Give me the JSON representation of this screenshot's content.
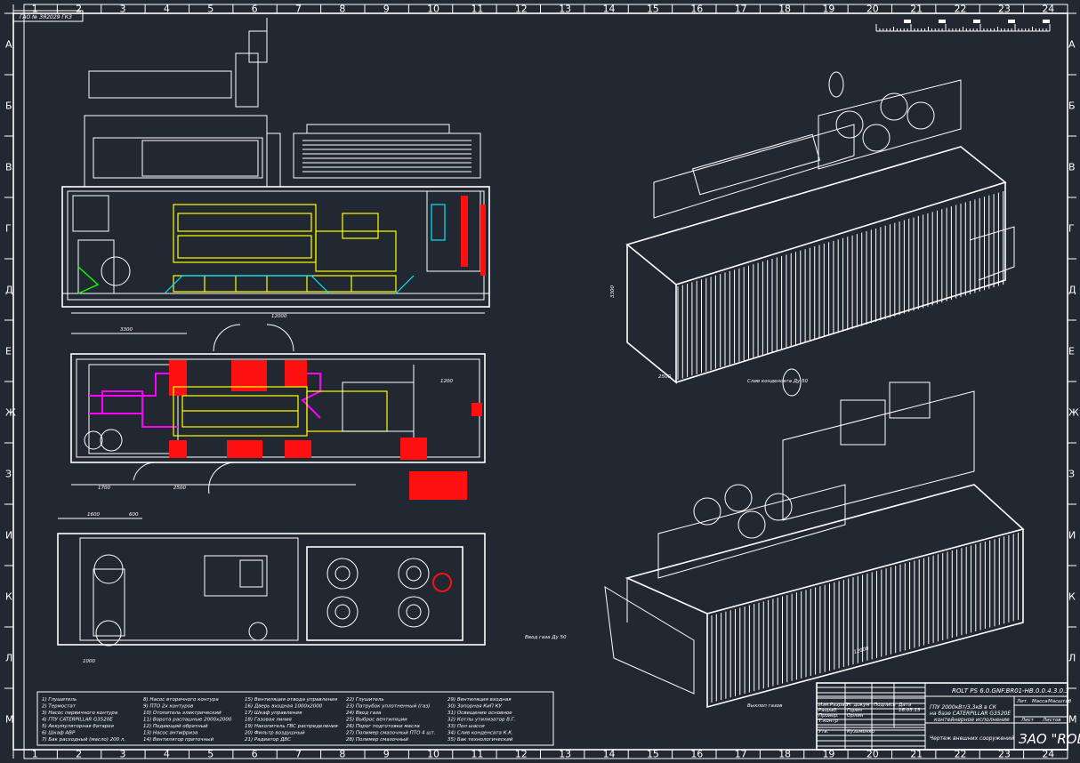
{
  "colors": {
    "background": "#222831",
    "lines": "#ffffff",
    "engine": "#ffff00",
    "frame": "#00e5ff",
    "piping": "#ff00ff",
    "equipment": "#ff1010",
    "ground": "#00ff00"
  },
  "frame": {
    "columns": [
      "1",
      "2",
      "3",
      "4",
      "5",
      "6",
      "7",
      "8",
      "9",
      "10",
      "11",
      "12",
      "13",
      "14",
      "15",
      "16",
      "17",
      "18",
      "19",
      "20",
      "21",
      "22",
      "23",
      "24"
    ],
    "rows": [
      "А",
      "Б",
      "В",
      "Г",
      "Д",
      "Е",
      "Ж",
      "З",
      "И",
      "К",
      "Л",
      "М"
    ],
    "stamp": "ГАО № ЗЯ2029 ГКЗ"
  },
  "dimensions": {
    "side_length": "12000",
    "plan_width": "3300",
    "plan_a": "1700",
    "plan_b": "2500",
    "plan_c": "1200",
    "top_a": "1600",
    "top_b": "600",
    "top_c": "1000",
    "iso_height": "3300",
    "iso_width": "2500",
    "iso_length": "12000",
    "gas_note": "Ввод газа Ду 50",
    "exhaust_note": "Выхлоп газов",
    "iso_note": "Слив конденсата Ду 50"
  },
  "legend": {
    "items": [
      "1) Глушитель",
      "2) Термостат",
      "3) Насос первичного контура",
      "4) ГПУ CATERPILLAR G3520E",
      "5) Аккумуляторная батарея",
      "6) Шкаф АВР",
      "7) Бак расходный (масло) 200 л.",
      "8) Насос вторичного контура",
      "9) ПТО 2х контуров",
      "10) Отопитель электрический",
      "11) Ворота распашные 2000х2000",
      "12) Подающий обратный",
      "13) Насос антифриза",
      "14) Вентилятор приточный",
      "15) Вентиляция отвода управления",
      "16) Дверь входная 1000х2000",
      "17) Шкаф управления",
      "18) Газовая линия",
      "19) Накопитель ГВС распределения",
      "20) Фильтр воздушный",
      "21) Радиатор ДВС",
      "22) Глушитель",
      "23) Патрубок уплотненный (газ)",
      "24) Ввод газа",
      "25) Выброс вентиляции",
      "26) Порог подготовки масла",
      "27) Полимер смазочный ПТО 4 шт.",
      "28) Полимер смазочный",
      "29) Вентиляция входная",
      "30) Запорная КиП КУ",
      "31) Освещение основное",
      "32) Котлы утилизатор В.Г.",
      "33) Пол шасси",
      "34) Слив конденсата К.К.",
      "35) Бак технологический"
    ]
  },
  "title_block": {
    "code": "ROLT PS 6.0.GNF.BR01-НВ.0.0.4.3.0.3",
    "header": [
      "Изм.Разраб",
      "Н. докум",
      "Подпись",
      "Дата"
    ],
    "roles": [
      {
        "role": "Разраб.",
        "name": "Горин",
        "date": "16.03.13"
      },
      {
        "role": "Провер.",
        "name": "Орлин",
        "date": ""
      },
      {
        "role": "Т.контр",
        "name": "",
        "date": ""
      },
      {
        "role": "Утв.",
        "name": "Кузьменко",
        "date": ""
      }
    ],
    "description": "ГПУ 2000кВт/3,3кВ в СК на базе CATERPILLAR G3520E контейнерное исполнение",
    "description_lines": [
      "ГПУ 2000кВт/3,3кВ в СК",
      "на базе CATERPILLAR G3520E",
      "контейнерное исполнение"
    ],
    "sheet_headers": [
      "Лит.",
      "Масса",
      "Масштаб"
    ],
    "sheet_labels": [
      "Лист",
      "Листов"
    ],
    "drawing_name": "Чертеж внешних сооружений",
    "company": "ЗАО \"ROLT\""
  }
}
